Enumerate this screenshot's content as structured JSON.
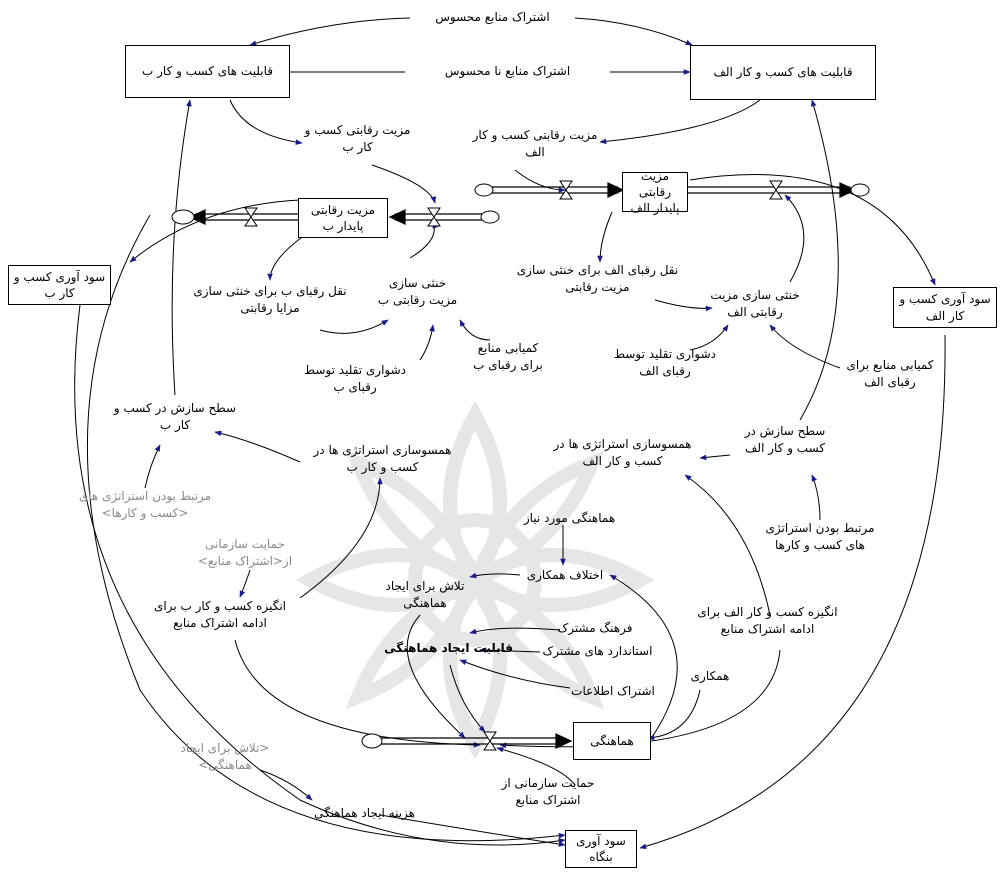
{
  "diagram": {
    "stocks": {
      "stock_b": "مزیت رقابتی پایدار ب",
      "stock_a": "مزیت رقابتی پایدار الف",
      "stock_harmony": "هماهنگی"
    },
    "boxes": {
      "cap_b": "قابلیت های کسب و کار ب",
      "cap_a": "قابلیت های کسب و کار الف",
      "profit_b": "سود آوری کسب و کار ب",
      "profit_a": "سود آوری کسب و کار الف",
      "profit_firm": "سود آوری بنگاه"
    },
    "labels": {
      "tangible": "اشتراک منابع محسوس",
      "intangible": "اشتراک منابع نا محسوس",
      "adv_b": "مزیت رقابتی کسب و کار ب",
      "adv_a": "مزیت رقابتی کسب و کار الف",
      "rivals_b": "نقل رقبای ب برای خنثی سازی مزایا رقابتی",
      "neutral_b": "خنثی سازی مزیت رقابتی ب",
      "rivals_a": "نقل رقبای الف برای خنثی سازی مزیت رقابتی",
      "neutral_a": "خنثی سازی مزیت رقابتی الف",
      "scarce_b": "کمیابی منابع برای رقبای ب",
      "imit_b": "دشواری تقلید توسط رقبای ب",
      "imit_a": "دشواری تقلید توسط رقبای الف",
      "scarce_a": "کمیابی منابع برای رقبای الف",
      "level_b": "سطح سازش در کسب و کار ب",
      "level_a": "سطح سازش در کسب و کار الف",
      "align_b": "همسوسازی استراتژی ها در کسب و کار ب",
      "align_a": "همسوسازی استراتژی ها در کسب و کار الف",
      "related_a": "مرتبط بودن استراتژی های کسب و کارها",
      "need_harm": "هماهنگی مورد نیاز",
      "coop_gap": "اختلاف همکاری",
      "effort": "تلاش برای ایجاد هماهنگی",
      "motive_b": "انگیزه کسب و کار ب برای ادامه اشتراک منابع",
      "motive_a": "انگیزه کسب و کار الف برای ادامه اشتراک منابع",
      "culture": "فرهنگ مشترک",
      "standards": "استاندارد های مشترک",
      "capability": "قابلیت ایجاد هماهنگی",
      "info": "اشتراک اطلاعات",
      "coop": "همکاری",
      "support": "حمایت سازمانی از اشتراک منابع",
      "cost": "هزینه ایجاد هماهنگی"
    },
    "shadow_labels": {
      "related_b": "مرتبط بودن استراتژی های <کسب و کارها>",
      "support_b": "حمایت سازمانی از<اشتراک منابع>",
      "effort_shadow": "<تلاش برای ایجاد هماهنگی>"
    }
  },
  "colors": {
    "arrow": "#1a1a8c",
    "line": "#000000",
    "shadow_text": "#8a8a8a",
    "watermark": "#e4e4e4"
  },
  "icons": [
    "cloud-icon",
    "valve-icon",
    "arrowhead-icon",
    "watermark-ornament"
  ]
}
